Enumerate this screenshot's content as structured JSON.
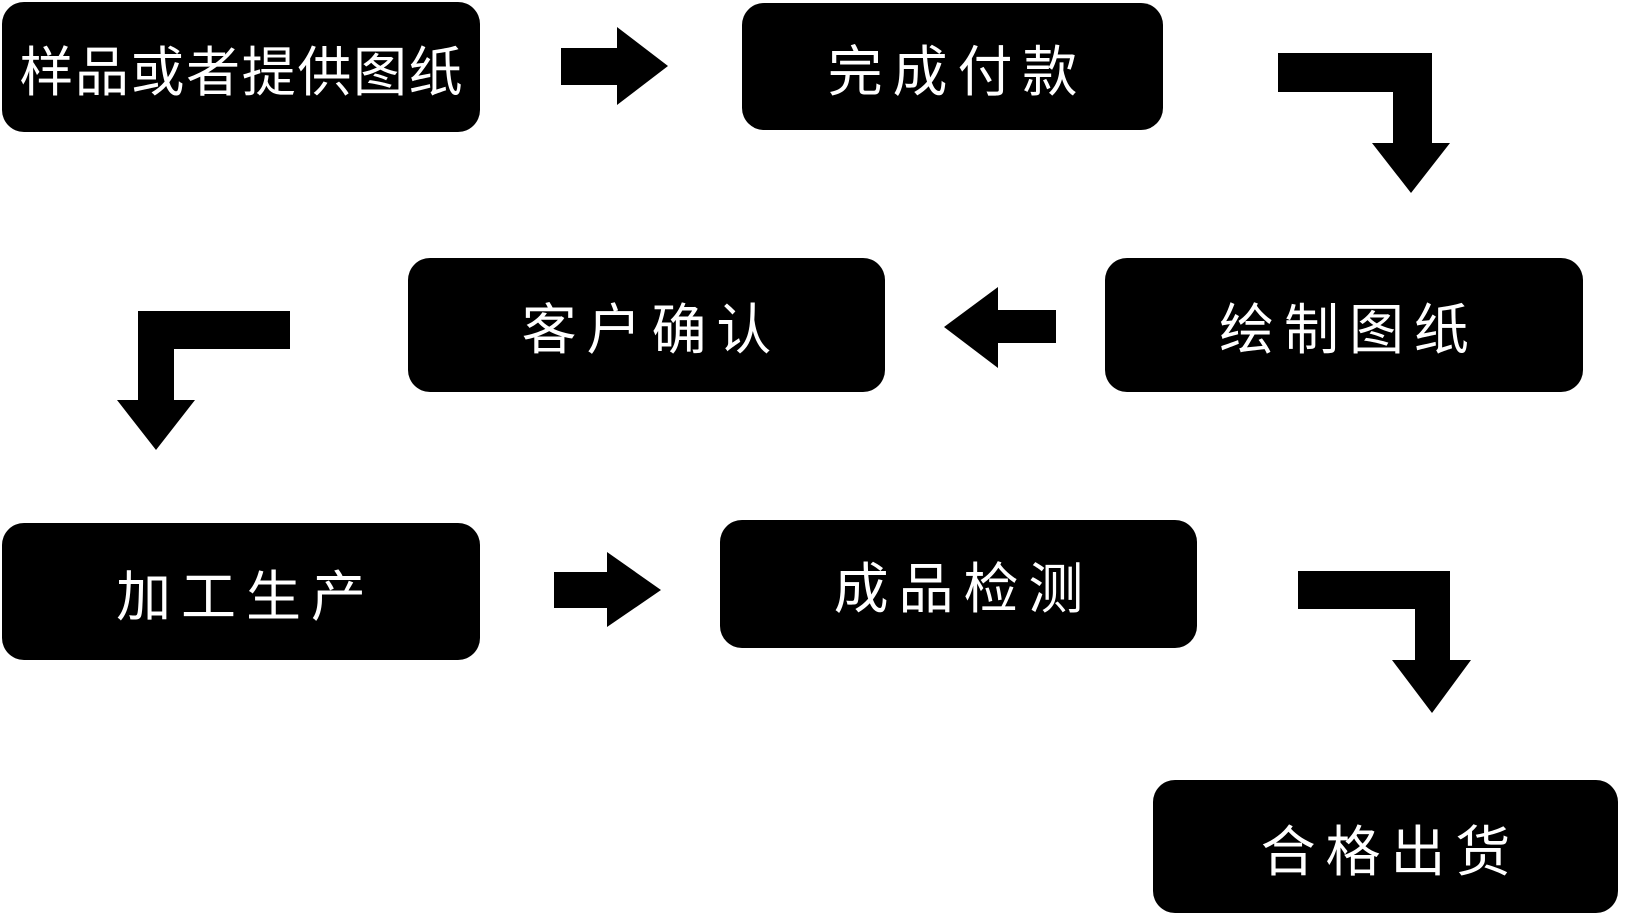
{
  "flowchart": {
    "title": "production-process-flowchart",
    "colors": {
      "node_background": "#000000",
      "node_text": "#ffffff",
      "arrow": "#000000",
      "page_background": "#ffffff"
    },
    "nodes": [
      {
        "id": "sample",
        "label": "样品或者提供图纸"
      },
      {
        "id": "payment",
        "label": "完成付款"
      },
      {
        "id": "draw",
        "label": "绘制图纸"
      },
      {
        "id": "confirm",
        "label": "客户确认"
      },
      {
        "id": "produce",
        "label": "加工生产"
      },
      {
        "id": "inspect",
        "label": "成品检测"
      },
      {
        "id": "ship",
        "label": "合格出货"
      }
    ],
    "edges": [
      {
        "from": "sample",
        "to": "payment",
        "shape": "straight-right"
      },
      {
        "from": "payment",
        "to": "draw",
        "shape": "elbow-right-down"
      },
      {
        "from": "draw",
        "to": "confirm",
        "shape": "straight-left"
      },
      {
        "from": "confirm",
        "to": "produce",
        "shape": "elbow-left-down"
      },
      {
        "from": "produce",
        "to": "inspect",
        "shape": "straight-right"
      },
      {
        "from": "inspect",
        "to": "ship",
        "shape": "elbow-right-down"
      }
    ]
  }
}
